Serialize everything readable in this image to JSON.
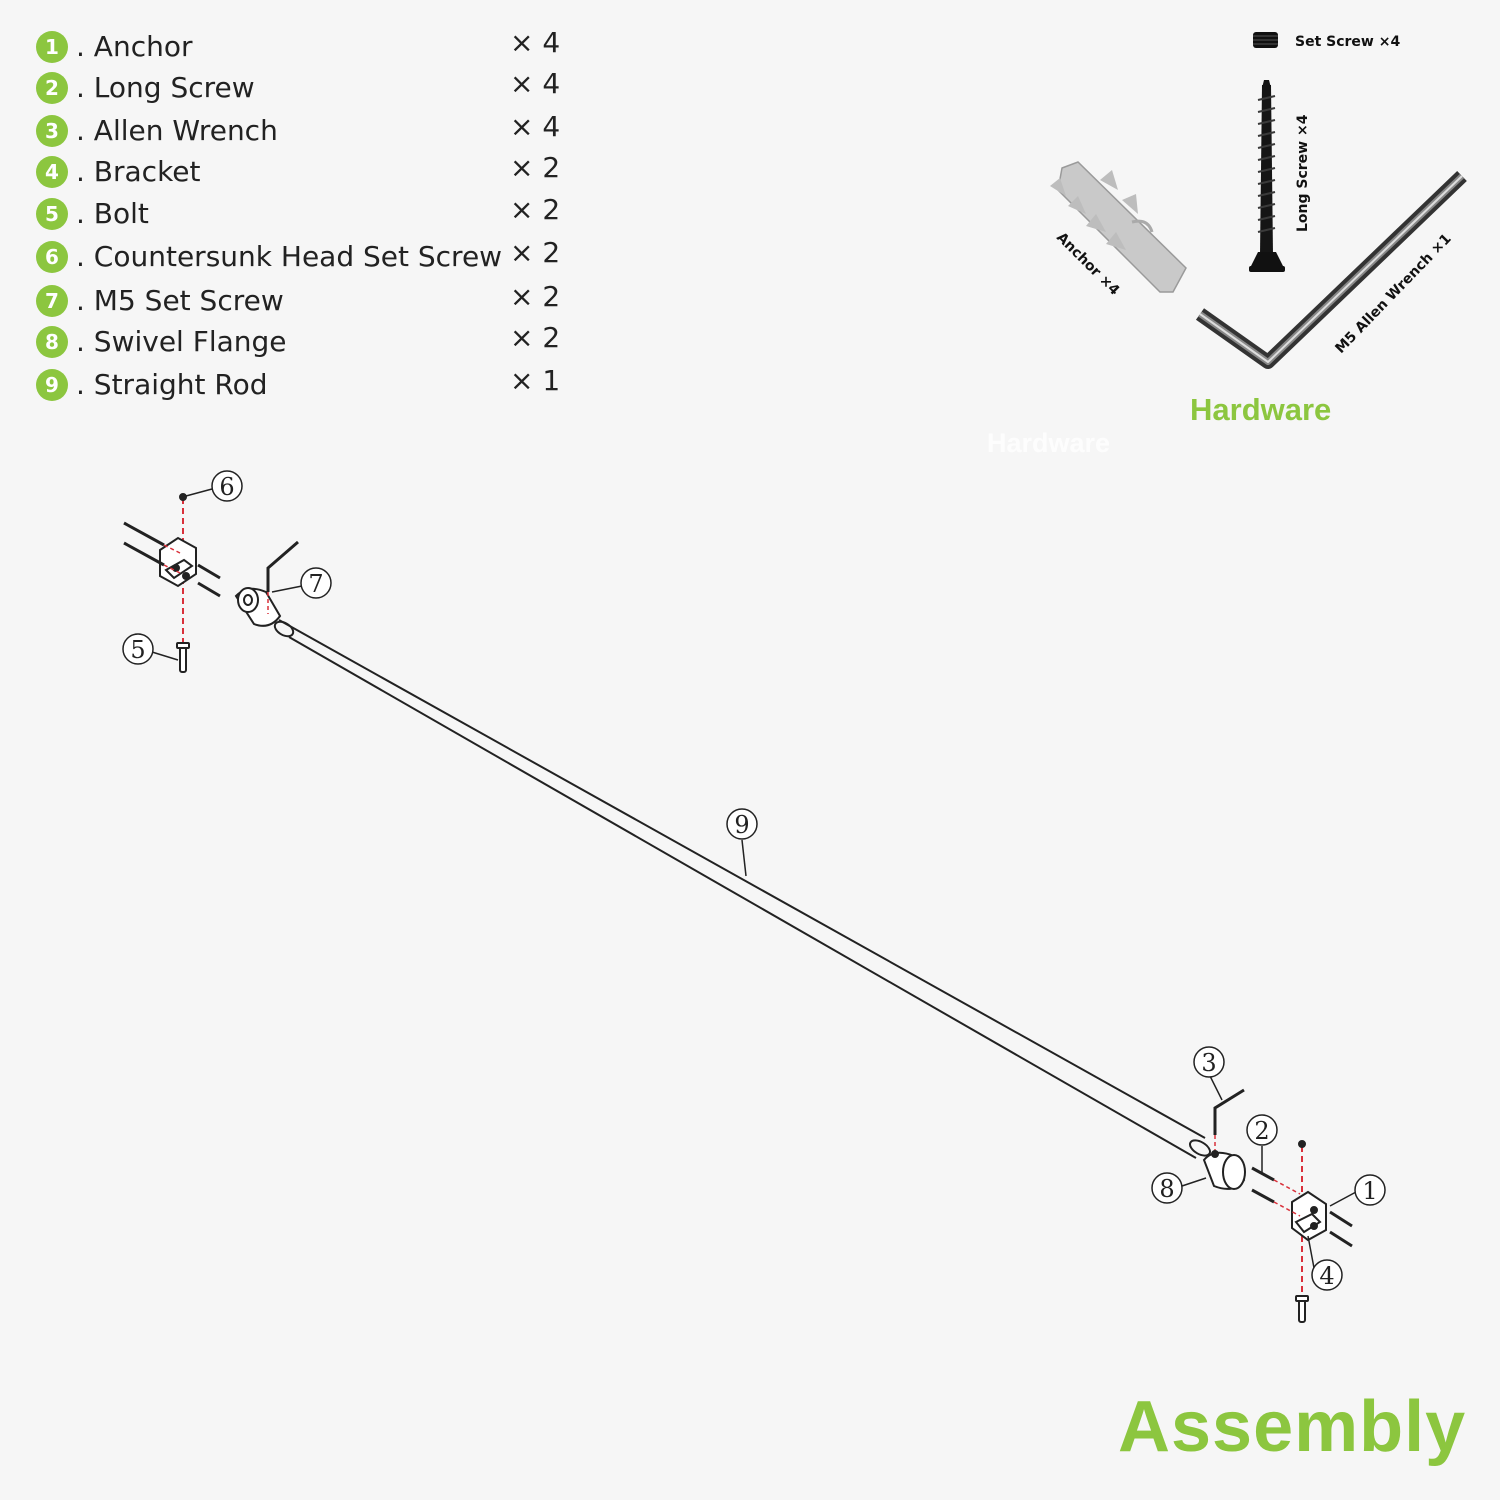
{
  "parts": [
    {
      "num": "1",
      "name": ". Anchor",
      "qty": "× 4"
    },
    {
      "num": "2",
      "name": ". Long Screw",
      "qty": "× 4"
    },
    {
      "num": "3",
      "name": ". Allen Wrench",
      "qty": "× 4"
    },
    {
      "num": "4",
      "name": ". Bracket",
      "qty": "× 2"
    },
    {
      "num": "5",
      "name": ". Bolt",
      "qty": "× 2"
    },
    {
      "num": "6",
      "name": ". Countersunk Head Set Screw",
      "qty": "× 2"
    },
    {
      "num": "7",
      "name": ". M5 Set Screw",
      "qty": "× 2"
    },
    {
      "num": "8",
      "name": ". Swivel Flange",
      "qty": "× 2"
    },
    {
      "num": "9",
      "name": ". Straight Rod",
      "qty": "× 1"
    }
  ],
  "hardware": {
    "title": "Hardware",
    "ghost_title": "Hardware",
    "set_screw_label": "Set Screw ×4",
    "long_screw_label": "Long Screw ×4",
    "anchor_label": "Anchor ×4",
    "allen_label": "M5 Allen Wrench ×1"
  },
  "assembly": {
    "title": "Assembly",
    "callouts": [
      "1",
      "2",
      "3",
      "4",
      "5",
      "6",
      "7",
      "8",
      "9"
    ]
  },
  "colors": {
    "accent": "#8cc63f",
    "line": "#222222",
    "dash": "#d9303a",
    "anchor": "#c9c9c9"
  }
}
